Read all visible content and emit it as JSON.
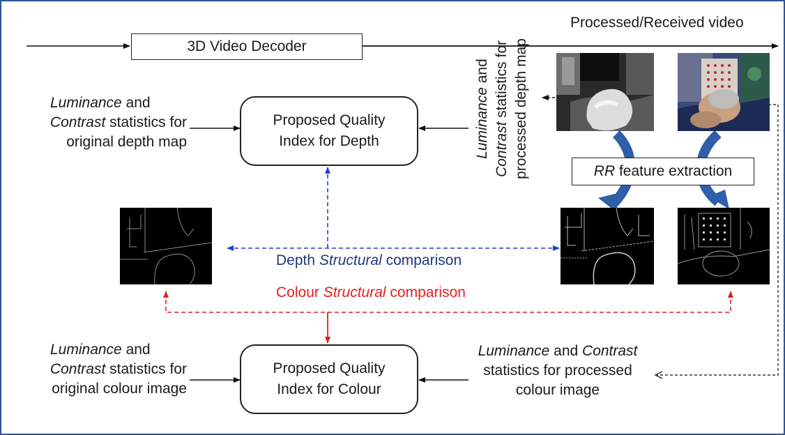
{
  "colors": {
    "border": "#2f5597",
    "depth_arrow": "#1f3fd6",
    "colour_arrow": "#e02020",
    "blue_arrow": "#2e5fa8"
  },
  "decoder": {
    "label": "3D Video Decoder",
    "output_label": "Processed/Received video"
  },
  "depth_original": {
    "line1_em": "Luminance",
    "line1": " and",
    "line2_em": "Contrast",
    "line2": " statistics for",
    "line3": "original depth map"
  },
  "depth_index": {
    "line1": "Proposed Quality",
    "line2": "Index for Depth"
  },
  "depth_processed": {
    "line1_em": "Luminance",
    "line1": " and",
    "line2_em": "Contrast",
    "line2": " statistics for",
    "line3": "processed depth map"
  },
  "rr": {
    "em": "RR",
    "text": " feature extraction"
  },
  "depth_structural": {
    "text1": "Depth ",
    "em": "Structural",
    "text2": " comparison"
  },
  "colour_structural": {
    "text1": "Colour ",
    "em": "Structural",
    "text2": " comparison"
  },
  "colour_original": {
    "line1_em": "Luminance",
    "line1": " and",
    "line2_em": "Contrast",
    "line2": " statistics for",
    "line3": "original colour image"
  },
  "colour_index": {
    "line1": "Proposed Quality",
    "line2": "Index for Colour"
  },
  "colour_processed": {
    "line1_em": "Luminance",
    "line1": " and ",
    "line1_em2": "Contrast",
    "line2": "statistics for processed",
    "line3": "colour image"
  },
  "images": {
    "depth_map": "depth-map-image",
    "colour_frame": "colour-frame-image",
    "edges": "edge-map-image"
  }
}
